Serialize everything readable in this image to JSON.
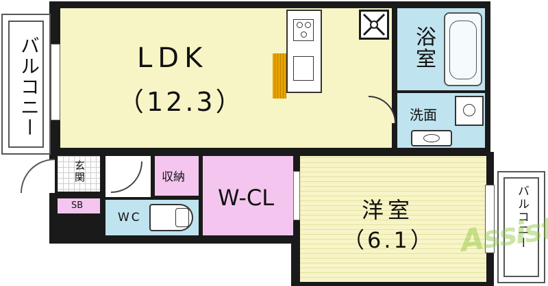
{
  "rooms": {
    "ldk": {
      "name": "LDK",
      "size": "（12.3）",
      "color": "#f7f5c6"
    },
    "bath": {
      "name": "浴室",
      "color": "#bfe3ef"
    },
    "washroom": {
      "name": "洗面",
      "color": "#bfe3ef"
    },
    "entrance": {
      "name": "玄関"
    },
    "storage": {
      "name": "収納",
      "color": "#f4c6ef"
    },
    "walk_in_closet": {
      "name": "W-CL",
      "color": "#f4c6ef"
    },
    "western_room": {
      "name": "洋室",
      "size": "（6.1）",
      "color": "#f7f5c6"
    },
    "toilet": {
      "name": "WC",
      "color": "#bfe3ef"
    },
    "shoe_box": {
      "name": "SB",
      "color": "#f4c6ef"
    }
  },
  "balconies": {
    "left": "バルコニー",
    "right": "バルコニー"
  },
  "watermark": {
    "text": "Assist",
    "color": "#8dc63f"
  },
  "colors": {
    "wall": "#1a1a1a",
    "stair": "#e8a400",
    "balcony_border": "#555555"
  }
}
